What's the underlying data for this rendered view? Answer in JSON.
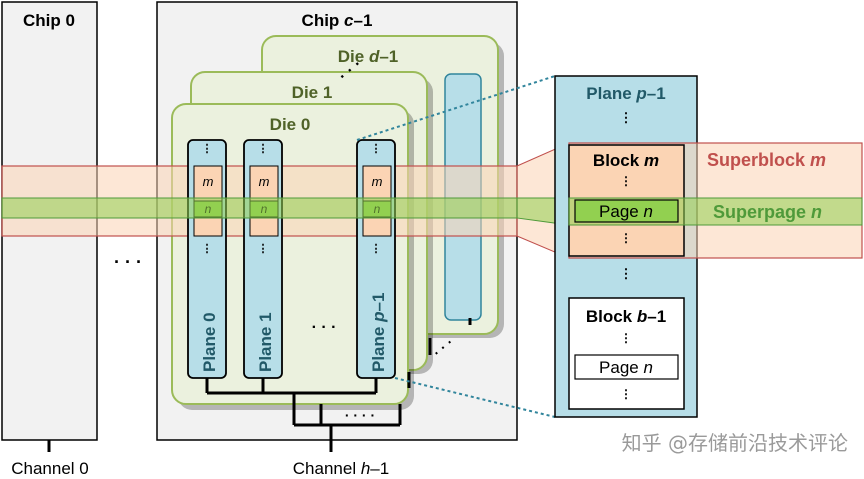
{
  "chip0": {
    "label": "Chip 0",
    "channel": "Channel 0"
  },
  "chipc": {
    "label_prefix": "Chip ",
    "label_var": "c",
    "label_suffix": "–1",
    "channel_prefix": "Channel ",
    "channel_var": "h",
    "channel_suffix": "–1"
  },
  "dies": {
    "die0": "Die 0",
    "die1": "Die 1",
    "died_prefix": "Die ",
    "died_var": "d",
    "died_suffix": "–1"
  },
  "planes": {
    "plane0": "Plane 0",
    "plane1": "Plane 1",
    "planep_prefix": "Plane ",
    "planep_var": "p",
    "planep_suffix": "–1",
    "cell_m": "m",
    "cell_n": "n"
  },
  "detail": {
    "title_prefix": "Plane ",
    "title_var": "p",
    "title_suffix": "–1",
    "block_m_prefix": "Block ",
    "block_m_var": "m",
    "page_prefix": "Page ",
    "page_var": "n",
    "block_b_prefix": "Block ",
    "block_b_var": "b",
    "block_b_suffix": "–1"
  },
  "labels": {
    "superblock_prefix": "Superblock ",
    "superblock_var": "m",
    "superpage_prefix": "Superpage ",
    "superpage_var": "n"
  },
  "watermark": "知乎 @存储前沿技术评论",
  "colors": {
    "chip_fill": "#f2f2f2",
    "die_fill": "#ebf1de",
    "die_stroke": "#9bbb59",
    "plane_fill": "#b7dee8",
    "block_fill": "#fbd4b4",
    "page_fill": "#92d050",
    "superblock": "#c0504d",
    "superpage": "#4f9a3a",
    "plane_text": "#215968"
  }
}
